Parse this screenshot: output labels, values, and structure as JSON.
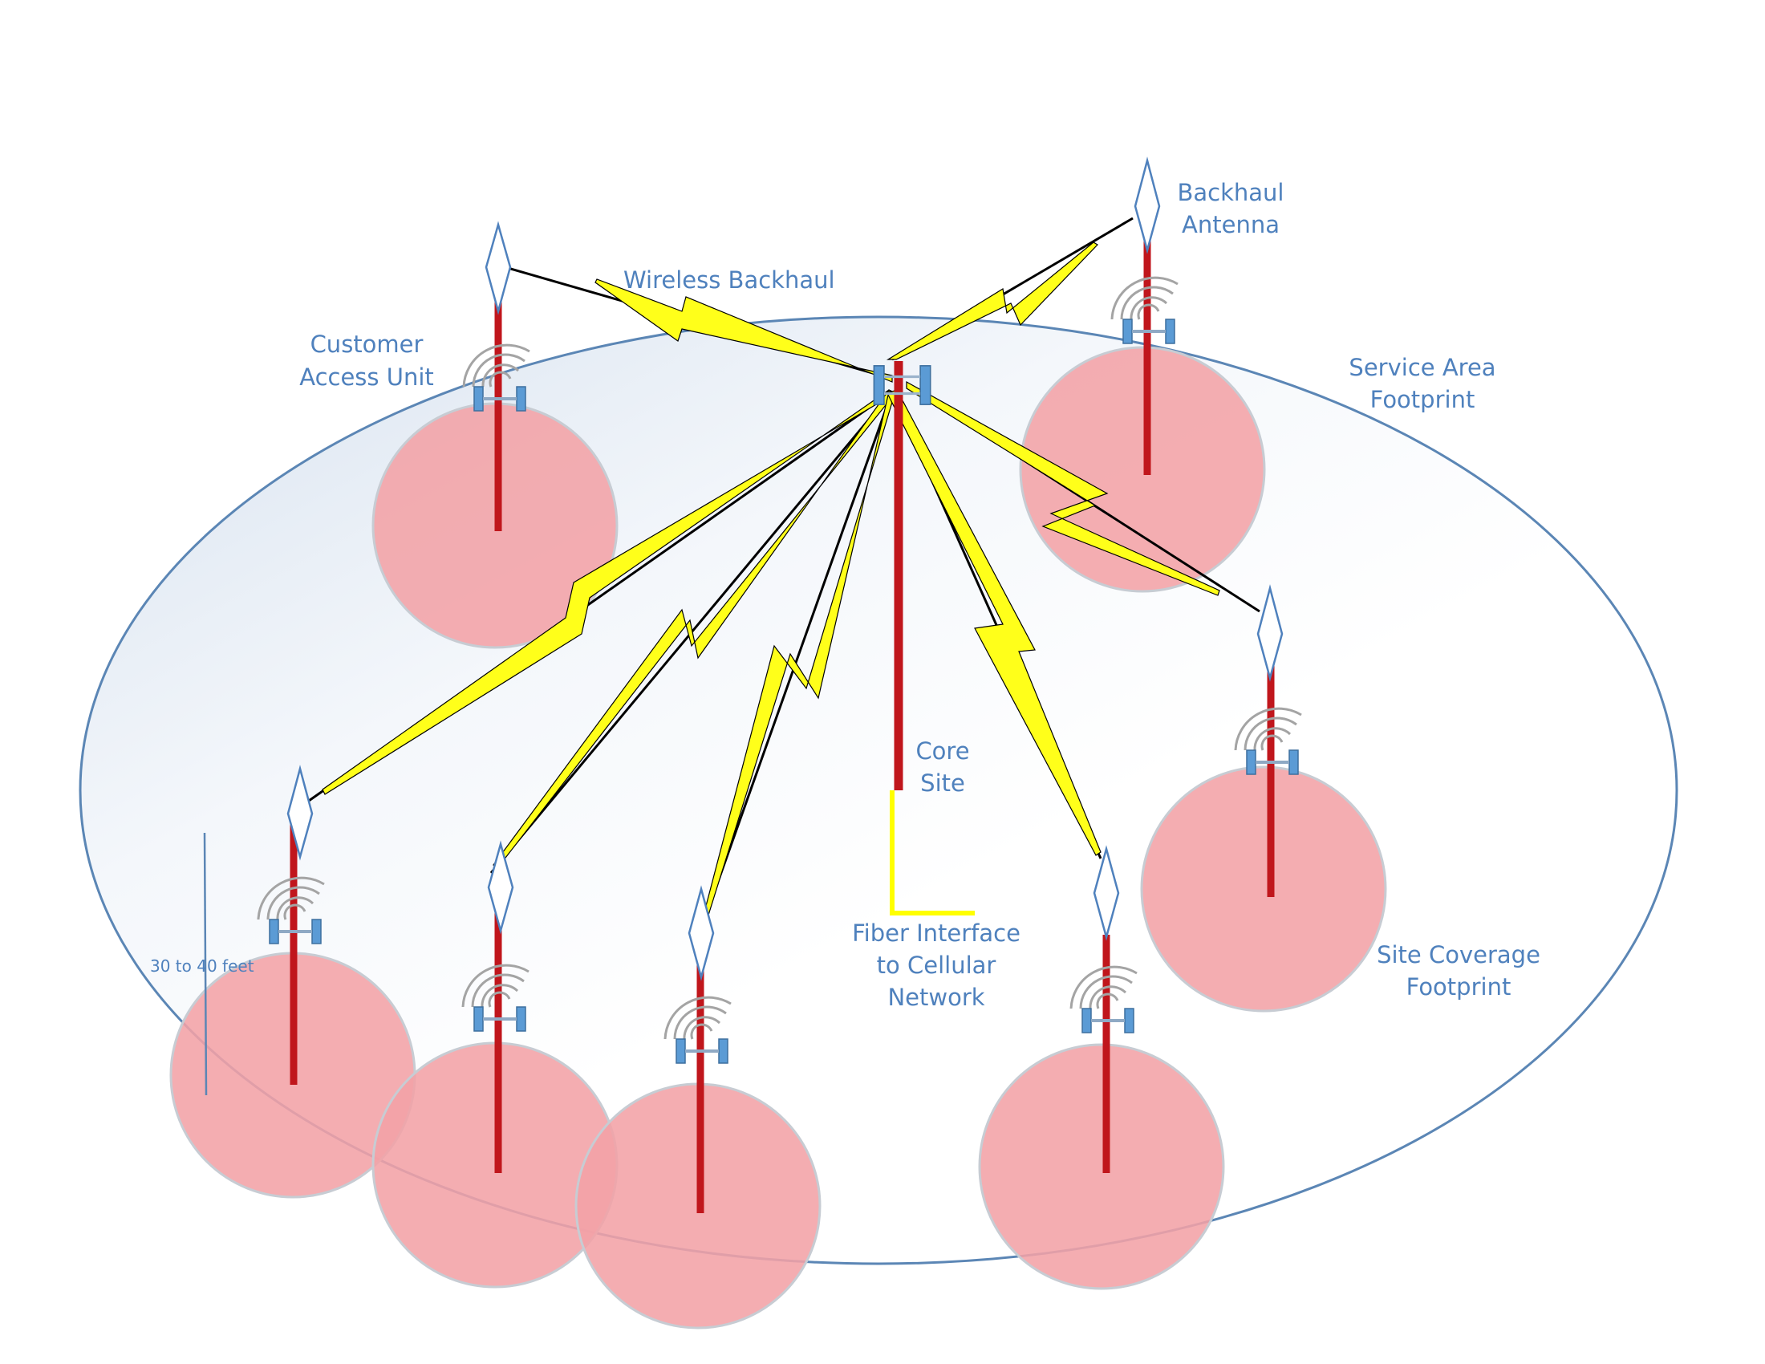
{
  "labels": {
    "wireless_backhaul": "Wireless Backhaul",
    "customer_access_1": "Customer",
    "customer_access_2": "Access Unit",
    "backhaul_antenna_1": "Backhaul",
    "backhaul_antenna_2": "Antenna",
    "service_area_1": "Service Area",
    "service_area_2": "Footprint",
    "core_site_1": "Core",
    "core_site_2": "Site",
    "fiber_1": "Fiber Interface",
    "fiber_2": "to Cellular",
    "fiber_3": "Network",
    "site_coverage_1": "Site Coverage",
    "site_coverage_2": "Footprint",
    "height_note": "30  to 40 feet"
  },
  "colors": {
    "ellipse_stroke": "#5b86b5",
    "coverage_fill": "#f2a2a6",
    "coverage_stroke": "#c7ccd3",
    "pole": "#c0161c",
    "lightning": "#ffff1a",
    "fiber": "#ffff00",
    "antenna_stroke": "#4f81bd",
    "radio": "#5b9bd5",
    "label": "#4f81bd"
  }
}
